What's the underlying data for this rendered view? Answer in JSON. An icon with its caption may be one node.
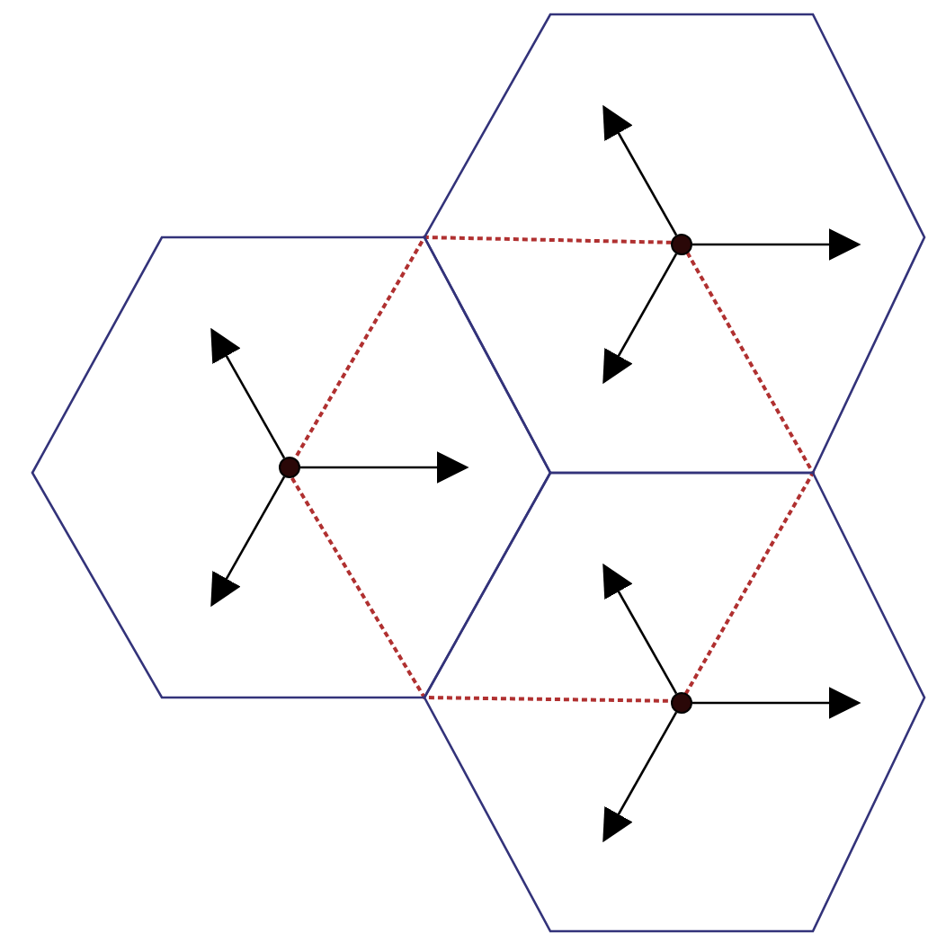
{
  "diagram": {
    "nodes": [
      {
        "text": [],
        "shape": "hexagon"
      },
      {
        "text": [],
        "shape": "circle",
        "in": 0
      },
      {
        "text": [],
        "shape": "hexagon"
      },
      {
        "text": [],
        "shape": "circle",
        "in": 2
      },
      {
        "text": [],
        "shape": "hexagon"
      },
      {
        "text": [],
        "shape": "circle",
        "in": 4
      }
    ],
    "edges": [
      {
        "from": 1,
        "to": null,
        "arrow": "to"
      },
      {
        "from": 1,
        "to": null,
        "arrow": "to"
      },
      {
        "from": 1,
        "to": null,
        "arrow": "to"
      },
      {
        "from": 3,
        "to": null,
        "arrow": "to"
      },
      {
        "from": 3,
        "to": null,
        "arrow": "to"
      },
      {
        "from": 3,
        "to": null,
        "arrow": "to"
      },
      {
        "from": 5,
        "to": null,
        "arrow": "to"
      },
      {
        "from": 5,
        "to": null,
        "arrow": "to"
      },
      {
        "from": 5,
        "to": null,
        "arrow": "to"
      }
    ]
  }
}
